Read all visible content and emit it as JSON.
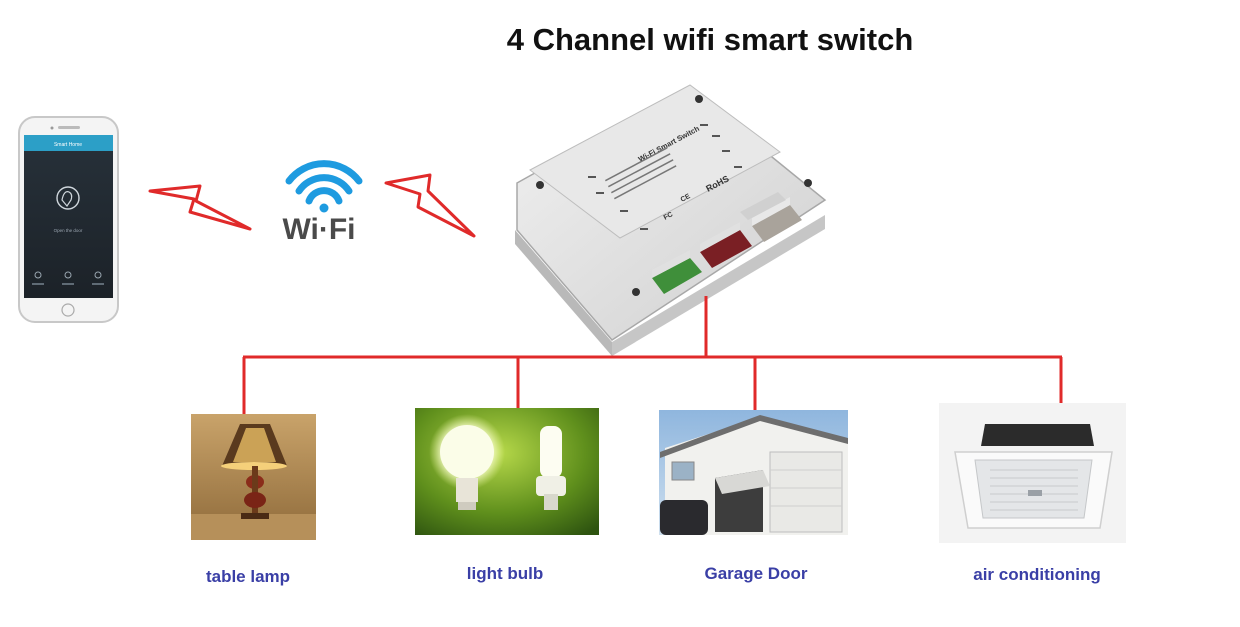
{
  "title": "4 Channel wifi smart switch",
  "wifi_text": "Wi·Fi",
  "device": {
    "label": "Wi-Fi Smart Switch",
    "rohs": "RoHS",
    "ce": "CE",
    "fc": "FC"
  },
  "phone": {
    "header": "Smart Home",
    "caption": "Open the door"
  },
  "appliances": [
    {
      "label": "table lamp"
    },
    {
      "label": "light bulb"
    },
    {
      "label": "Garage Door"
    },
    {
      "label": "air conditioning"
    }
  ],
  "colors": {
    "wire": "#e02a2a",
    "wifi_blue": "#1e9be0",
    "label_blue": "#3a3fa6",
    "lightning_fill": "#ffffff",
    "lightning_stroke": "#e02a2a"
  }
}
